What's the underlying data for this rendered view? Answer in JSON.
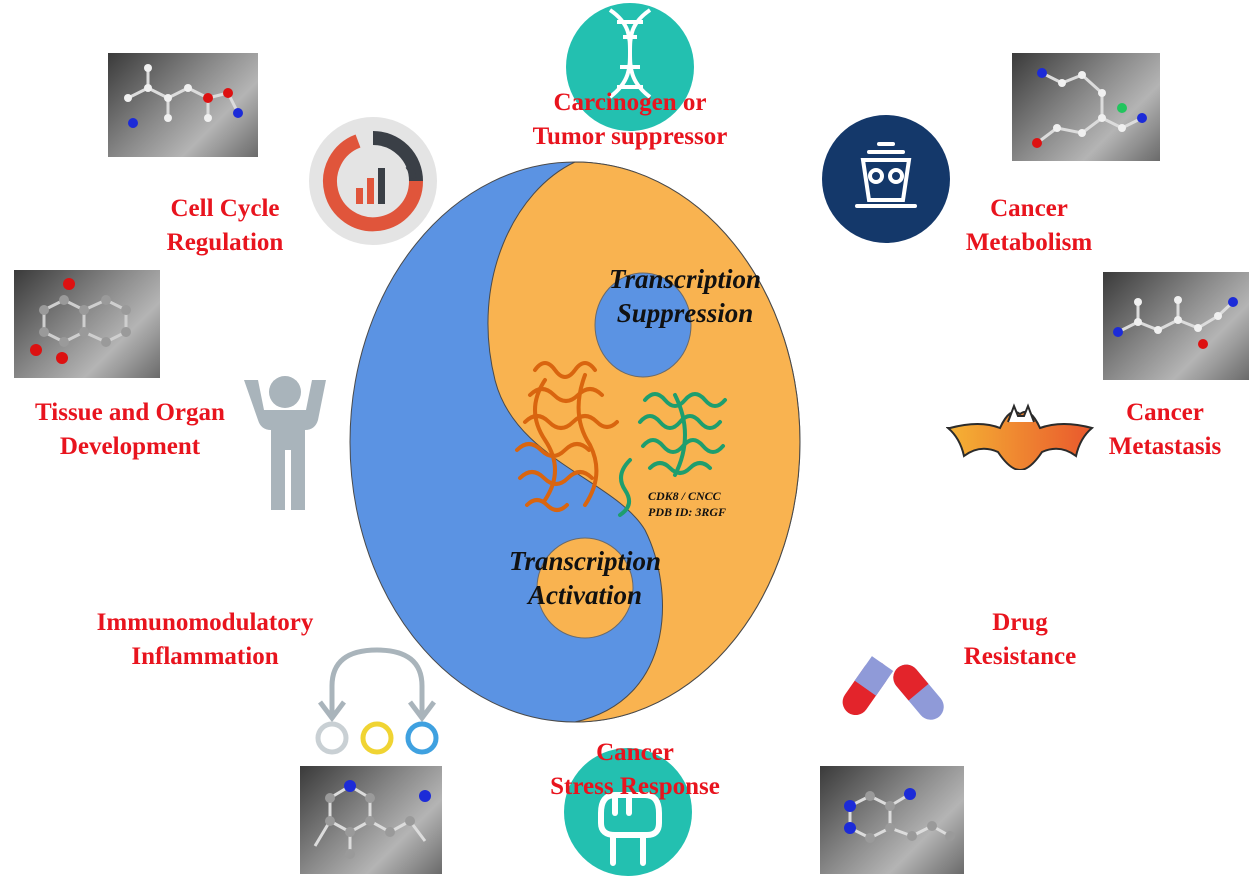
{
  "center": {
    "top_text": [
      "Transcription",
      "Suppression"
    ],
    "bottom_text": [
      "Transcription",
      "Activation"
    ],
    "protein_label": [
      "CDK8 / CNCC",
      "PDB ID: 3RGF"
    ]
  },
  "labels": {
    "carcinogen": [
      "Carcinogen or",
      "Tumor suppressor"
    ],
    "cell_cycle": [
      "Cell Cycle",
      "Regulation"
    ],
    "metabolism": [
      "Cancer",
      "Metabolism"
    ],
    "tissue": [
      "Tissue and Organ",
      "Development"
    ],
    "metastasis": [
      "Cancer",
      "Metastasis"
    ],
    "immuno": [
      "Immunomodulatory",
      "Inflammation"
    ],
    "drug": [
      "Drug",
      "Resistance"
    ],
    "stress": [
      "Cancer",
      "Stress Response"
    ]
  },
  "colors": {
    "label_red": "#e8141e",
    "yin_blue": "#5b93e3",
    "yang_orange": "#f9b350",
    "teal": "#23c0b0",
    "navy": "#14386a",
    "protein_orange": "#d9650f",
    "protein_green": "#1e9e6e"
  },
  "icons": [
    "dna-icon",
    "donut-chart-icon",
    "teapot-icon",
    "person-icon",
    "bat-icon",
    "cycle-arrows-icon",
    "capsules-icon",
    "fist-icon",
    "molecule-image"
  ]
}
